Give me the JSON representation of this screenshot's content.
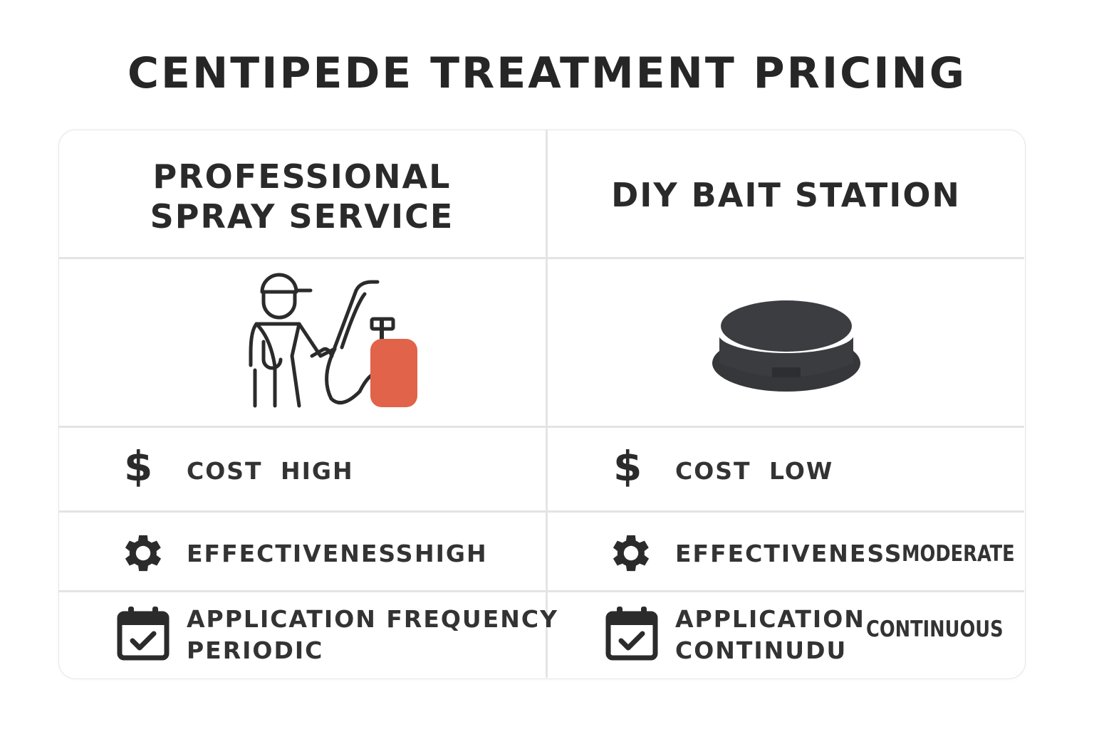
{
  "title": "CENTIPEDE TREATMENT PRICING",
  "columns": [
    {
      "heading_line1": "PROFESSIONAL",
      "heading_line2": "SPRAY SERVICE",
      "image_icon": "sprayer-technician-icon",
      "rows": {
        "cost": {
          "label": "COST",
          "value": "HIGH",
          "icon": "dollar-icon"
        },
        "effectiveness": {
          "label": "EFFECTIVENESS",
          "value": "HIGH",
          "icon": "gear-icon"
        },
        "frequency": {
          "label": "APPLICATION FREQUENCY",
          "value": "PERIODIC",
          "icon": "calendar-check-icon"
        }
      }
    },
    {
      "heading": "DIY BAIT STATION",
      "image_icon": "bait-station-icon",
      "rows": {
        "cost": {
          "label": "COST",
          "value": "LOW",
          "icon": "dollar-icon"
        },
        "effectiveness": {
          "label": "EFFECTIVENESS",
          "value": "MODERATE",
          "icon": "gear-icon"
        },
        "frequency": {
          "label_line1": "APPLICATION",
          "label_line2": "CONTINUDU",
          "value": "CONTINUOUS",
          "icon": "calendar-check-icon"
        }
      }
    }
  ],
  "colors": {
    "text": "#2b2b2b",
    "tank": "#e0634a",
    "divider": "#e4e4e4"
  }
}
